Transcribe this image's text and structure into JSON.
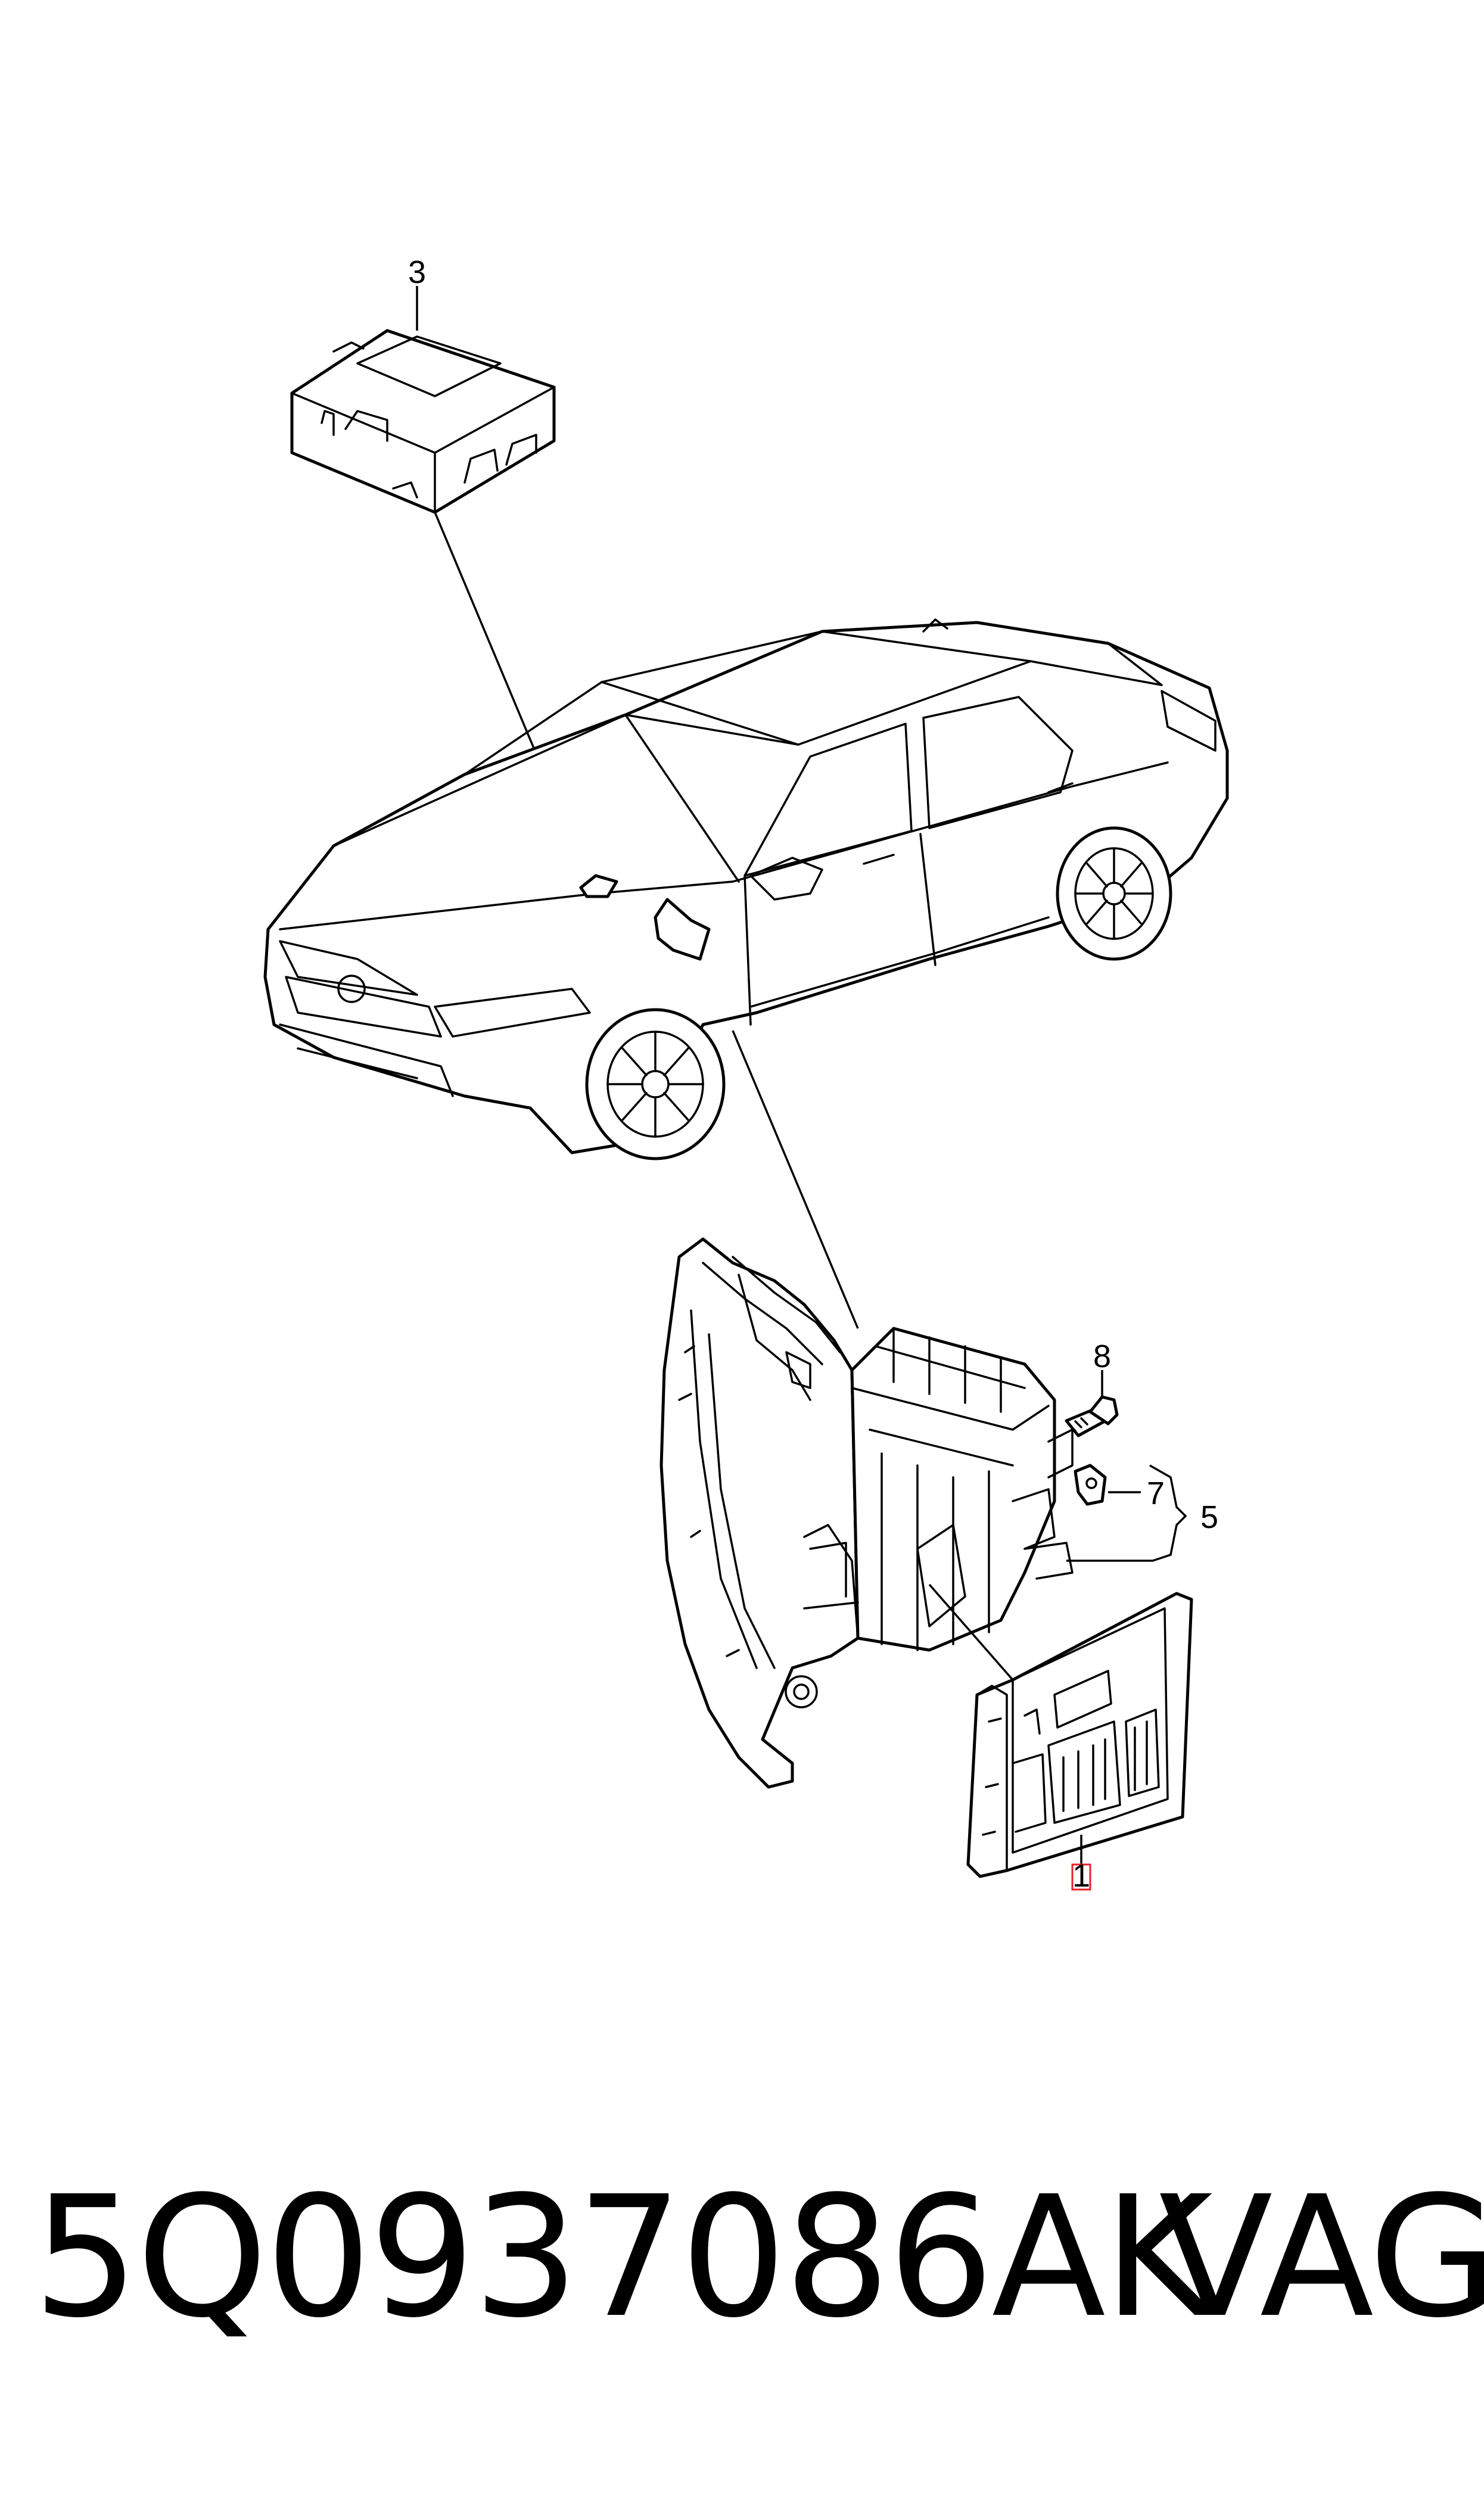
{
  "callouts": {
    "c1": "1",
    "c3": "3",
    "c5": "5",
    "c7": "7",
    "c8": "8"
  },
  "footer": {
    "part_number": "5Q0937086AK",
    "brand": "VAG"
  },
  "colors": {
    "line": "#000000",
    "highlight": "#e8202a",
    "background": "#ffffff"
  }
}
